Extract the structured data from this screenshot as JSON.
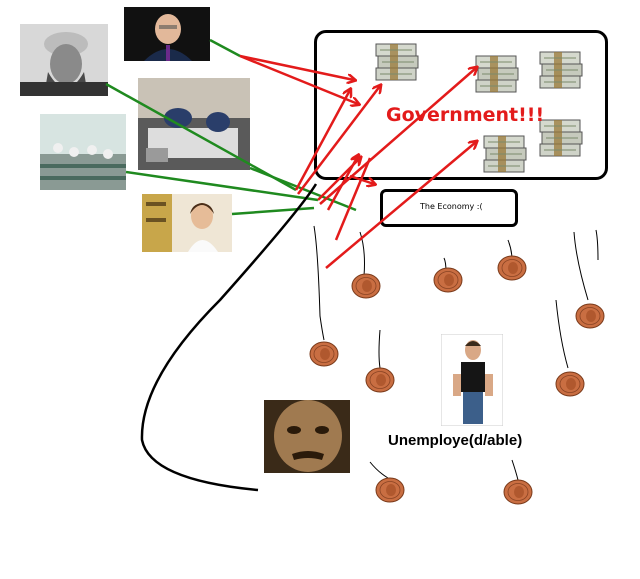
{
  "labels": {
    "government": "Government!!!",
    "economy": "The Economy :(",
    "unemployed": "Unemploye(d/able)"
  },
  "icons": {
    "money_stack": "money-stack-icon",
    "penny": "penny-icon"
  },
  "colors": {
    "red_arrows": "#e31b1b",
    "green_lines": "#1f8a1f",
    "black_line": "#000000"
  }
}
